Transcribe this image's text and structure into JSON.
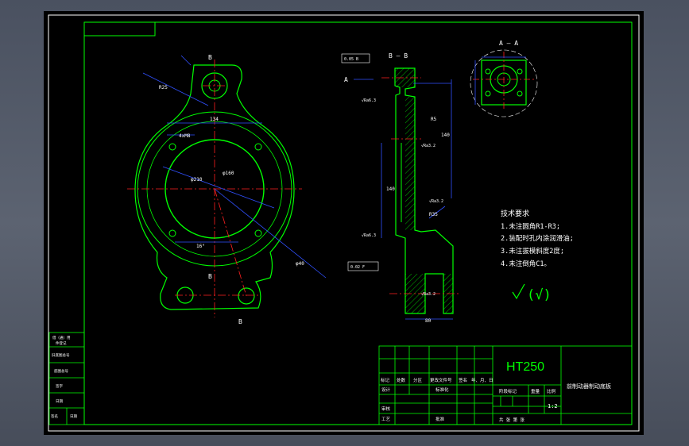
{
  "drawing": {
    "material": "HT250",
    "part_name": "前制动器制动底板",
    "scale": "1:2"
  },
  "tech_requirements": {
    "title": "技术要求",
    "items": [
      "1.未注圆角R1-R3;",
      "2.装配时孔内涂润滑油;",
      "3.未注拔模斜度2度;",
      "4.未注倒角C1。"
    ],
    "roughness_note": "(√)"
  },
  "section_labels": {
    "bb": "B — B",
    "aa": "A — A",
    "a": "A",
    "b": "B"
  },
  "title_block": {
    "headers": [
      "标记",
      "处数",
      "分区",
      "更改文件号",
      "签名",
      "年、月、日"
    ],
    "rows": [
      "设计",
      "标准化",
      "审核",
      "工艺",
      "批准"
    ],
    "stage_label": "阶段标记",
    "weight_label": "重量",
    "scale_label": "比例",
    "sheet_info": "共  张 第  张",
    "sign_col": "签名",
    "date_col": "日期"
  },
  "side_table": {
    "rows": [
      "借（通）用",
      "件登记",
      "旧底图总号",
      "底图总号",
      "签字",
      "日期"
    ]
  },
  "colors": {
    "outline": "#00ff00",
    "center": "#ff2020",
    "dimension": "#3050ff",
    "text": "#ffffff",
    "frame": "#00ff00"
  }
}
